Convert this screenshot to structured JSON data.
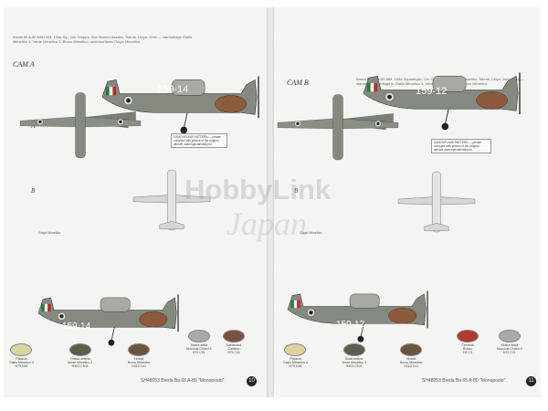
{
  "page_left": {
    "intro_text": "Breda 65 A-80 MM1343, 159a Sq., 12o Gruppo, 50o Stormo Assalto, Tobruk, Libya, 1940 — camouflage Giallo Mimetico 4, Verde Mimetico 3, Bruno Mimetico; undersurfaces Grigio Mimetico.",
    "scheme": "CAM A",
    "code": "159-14",
    "callout_a": "A",
    "callout_b": "B",
    "underside_label": "Grigio Mimetico",
    "notice_text": "CAMOUFLAGE PATTERN — please compare with photos of the original aircraft. www.specialhobby.eu",
    "legend": [
      {
        "label": "Pistacia\nGiallo Mimetico 4\nH79 C66",
        "color": "#dcd3a0"
      },
      {
        "label": "Tmavá zelená\nVerde Mimetico 3\nH303 C303",
        "color": "#56604a"
      },
      {
        "label": "Hnědá\nBruno Mimetico\nH310 C41",
        "color": "#6b543c"
      },
      {
        "label": "Modrá šedá\nNocciola Chiaro 4\nH72 C21",
        "color": "#a9a9a9"
      },
      {
        "label": "Kaštanová\nCastano\nH75 C41",
        "color": "#7a5040"
      }
    ],
    "footer": "SH48053  Breda Ba.65 A-80 \"Monoposto\"",
    "page_number": "10"
  },
  "page_right": {
    "intro_text": "Breda Ba.65 A-80 MM, 159a Squadriglia, 12o Gruppo, 50o Stormo Assalto, Tobruk, Libya, June 1940 — standard camouflage in Giallo Mimetico 4, Verde Mimetico 3 and Bruno Mimetico.",
    "scheme": "CAM B",
    "code": "159-12",
    "callout_a": "A",
    "callout_b": "B",
    "underside_label": "Grigio Mimetico",
    "notice_text": "CAMOUFLAGE PATTERN — please compare with photos of the original aircraft. www.specialhobby.eu",
    "legend": [
      {
        "label": "Pistacia\nGiallo Mimetico 4\nH79 C66",
        "color": "#dcd3a0"
      },
      {
        "label": "Šedá zelená\nVerde Mimetico 3\nH303 C303",
        "color": "#56604a"
      },
      {
        "label": "Hnědá\nBruno Mimetico\nH310 C41",
        "color": "#6b543c"
      },
      {
        "label": "Červená\nRosso\nH3 C3",
        "color": "#b23a30"
      },
      {
        "label": "Modrá šedá\nNocciola Chiaro 4\nH72 C21",
        "color": "#a9a9a9"
      }
    ],
    "footer": "SH48053  Breda Ba.65 A-80 \"Monoposto\"",
    "page_number": "11"
  },
  "watermark": {
    "line1": "HobbyLink",
    "line2": "Japan"
  }
}
